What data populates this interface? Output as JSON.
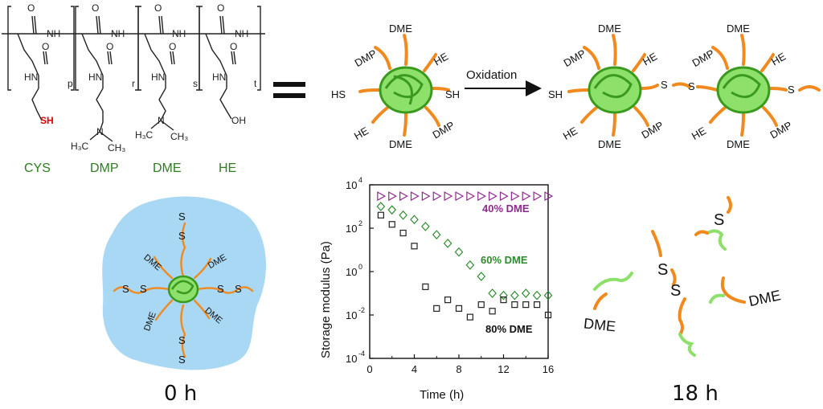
{
  "polymer": {
    "units": [
      "CYS",
      "DMP",
      "DME",
      "HE"
    ],
    "subscripts": [
      "p",
      "r",
      "s",
      "t"
    ],
    "thiol": "SH",
    "nh": "NH",
    "hn": "HN",
    "o": "O",
    "n": "N",
    "oh": "OH",
    "h3c": "H₃C",
    "ch3": "CH₃"
  },
  "equals": "=",
  "reaction": {
    "arrow_label": "Oxidation",
    "arms": [
      "DMP",
      "DME",
      "HE",
      "SH",
      "DMP",
      "DME",
      "HE",
      "HS"
    ],
    "left_thiol": "SH",
    "sulfur": "S"
  },
  "gel": {
    "arm_label": "DME",
    "sulfur": "S",
    "time_label": "0 h"
  },
  "degraded": {
    "arm_label": "DME",
    "sulfur": "S",
    "time_label": "18 h"
  },
  "chart_data": {
    "type": "scatter",
    "xlabel": "Time (h)",
    "ylabel": "Storage modulus (Pa)",
    "xlim": [
      0,
      16
    ],
    "ylim_log10": [
      -4,
      4
    ],
    "yscale": "log",
    "x_ticks": [
      "0",
      "4",
      "8",
      "12",
      "16"
    ],
    "y_ticks": [
      {
        "base": "10",
        "exp": "4"
      },
      {
        "base": "10",
        "exp": "2"
      },
      {
        "base": "10",
        "exp": "0"
      },
      {
        "base": "10",
        "exp": "-2"
      },
      {
        "base": "10",
        "exp": "-4"
      }
    ],
    "series": [
      {
        "name": "40% DME",
        "marker": "triangle-right",
        "color": "#8e2a8e",
        "x": [
          1,
          2,
          3,
          4,
          5,
          6,
          7,
          8,
          9,
          10,
          11,
          12,
          13,
          14,
          15,
          16
        ],
        "y": [
          3000,
          3000,
          3000,
          3000,
          3000,
          3000,
          3000,
          3000,
          3000,
          3000,
          3000,
          3000,
          3000,
          3000,
          3000,
          3000
        ]
      },
      {
        "name": "60% DME",
        "marker": "diamond",
        "color": "#2e8b2e",
        "x": [
          1,
          2,
          3,
          4,
          5,
          6,
          7,
          8,
          9,
          10,
          11,
          12,
          13,
          14,
          15,
          16
        ],
        "y": [
          1000,
          700,
          400,
          250,
          120,
          50,
          20,
          8,
          2,
          0.6,
          0.1,
          0.08,
          0.08,
          0.1,
          0.08,
          0.08
        ]
      },
      {
        "name": "80% DME",
        "marker": "square",
        "color": "#222222",
        "x": [
          1,
          2,
          3,
          4,
          5,
          6,
          7,
          8,
          9,
          10,
          11,
          12,
          13,
          14,
          15,
          16
        ],
        "y": [
          400,
          150,
          60,
          15,
          0.2,
          0.02,
          0.05,
          0.02,
          0.008,
          0.03,
          0.015,
          0.05,
          0.03,
          0.03,
          0.03,
          0.01
        ]
      }
    ]
  }
}
